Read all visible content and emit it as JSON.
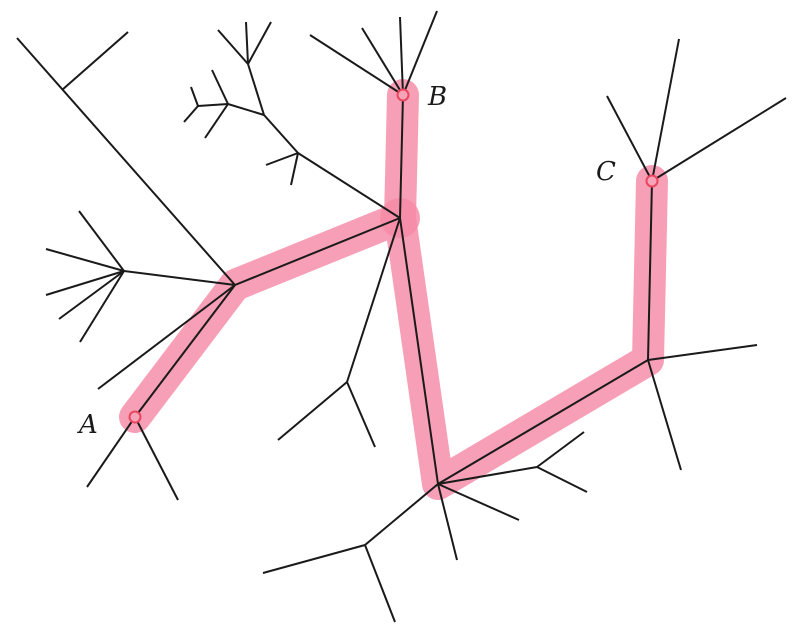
{
  "diagram": {
    "labels": {
      "A": "A",
      "B": "B",
      "C": "C"
    },
    "highlight_path": [
      "A",
      "B",
      "C"
    ],
    "colors": {
      "edge": "#1a1a1a",
      "highlight": "#f58aa6",
      "node_fill": "#f7a3b8",
      "node_stroke": "#e8475f"
    }
  }
}
